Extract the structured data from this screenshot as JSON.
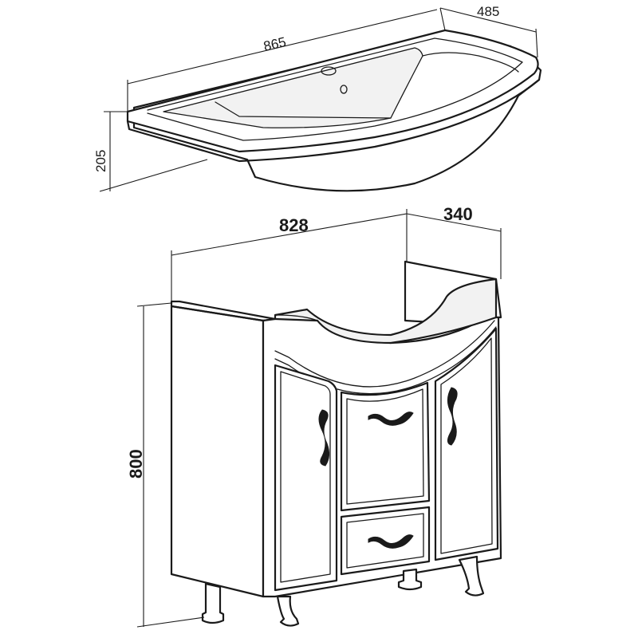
{
  "basin": {
    "width_label": "865",
    "depth_label": "485",
    "height_label": "205"
  },
  "cabinet": {
    "width_label": "828",
    "depth_label": "340",
    "height_label": "800"
  }
}
